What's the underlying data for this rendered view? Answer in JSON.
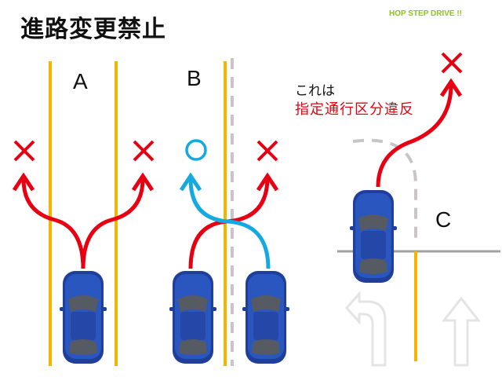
{
  "title": "進路変更禁止",
  "brand": "HOP STEP DRIVE !!",
  "labels": {
    "a": "A",
    "b": "B",
    "c": "C"
  },
  "note": {
    "line1": "これは",
    "line2": "指定通行区分違反"
  },
  "colors": {
    "red": "#e60012",
    "blue": "#14a9e0",
    "yellow": "#f5b400",
    "car": "#1f3f9a",
    "gray_line": "#c8c4c8"
  }
}
